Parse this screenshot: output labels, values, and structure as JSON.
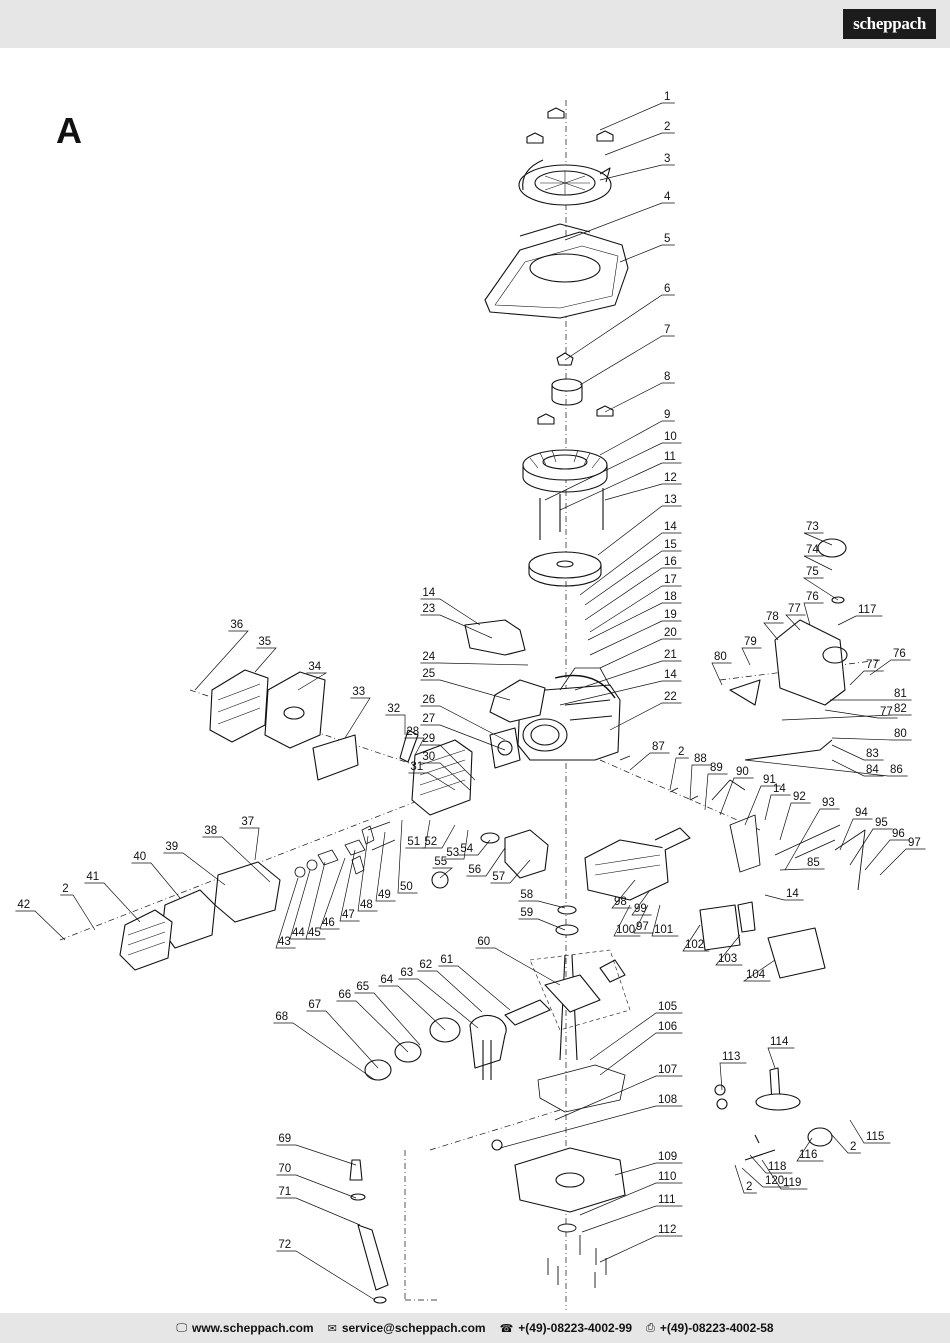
{
  "header": {
    "logo_text": "scheppach"
  },
  "section_letter": "A",
  "footer": {
    "website": "www.scheppach.com",
    "email": "service@scheppach.com",
    "phone": "+(49)-08223-4002-99",
    "fax": "+(49)-08223-4002-58",
    "website_icon": "laptop-icon",
    "email_icon": "envelope-icon",
    "phone_icon": "telephone-icon",
    "fax_icon": "fax-icon"
  },
  "diagram": {
    "callouts": [
      "1",
      "2",
      "3",
      "4",
      "5",
      "6",
      "7",
      "8",
      "9",
      "10",
      "11",
      "12",
      "13",
      "14",
      "15",
      "16",
      "17",
      "18",
      "19",
      "20",
      "21",
      "14",
      "22",
      "14",
      "23",
      "24",
      "25",
      "26",
      "27",
      "28",
      "29",
      "30",
      "31",
      "32",
      "33",
      "34",
      "35",
      "36",
      "37",
      "38",
      "39",
      "40",
      "41",
      "2",
      "42",
      "43",
      "44",
      "45",
      "46",
      "47",
      "48",
      "49",
      "50",
      "51",
      "52",
      "53",
      "54",
      "55",
      "56",
      "57",
      "58",
      "59",
      "60",
      "61",
      "62",
      "63",
      "64",
      "65",
      "66",
      "67",
      "68",
      "69",
      "70",
      "71",
      "72",
      "73",
      "74",
      "75",
      "76",
      "77",
      "117",
      "78",
      "79",
      "80",
      "76",
      "77",
      "81",
      "77",
      "82",
      "80",
      "83",
      "84",
      "86",
      "87",
      "2",
      "88",
      "89",
      "90",
      "91",
      "14",
      "92",
      "93",
      "94",
      "95",
      "96",
      "97",
      "85",
      "14",
      "98",
      "99",
      "100",
      "97",
      "101",
      "102",
      "103",
      "104",
      "105",
      "106",
      "107",
      "108",
      "109",
      "110",
      "111",
      "112",
      "113",
      "114",
      "118",
      "116",
      "2",
      "115",
      "120",
      "119",
      "2"
    ]
  }
}
